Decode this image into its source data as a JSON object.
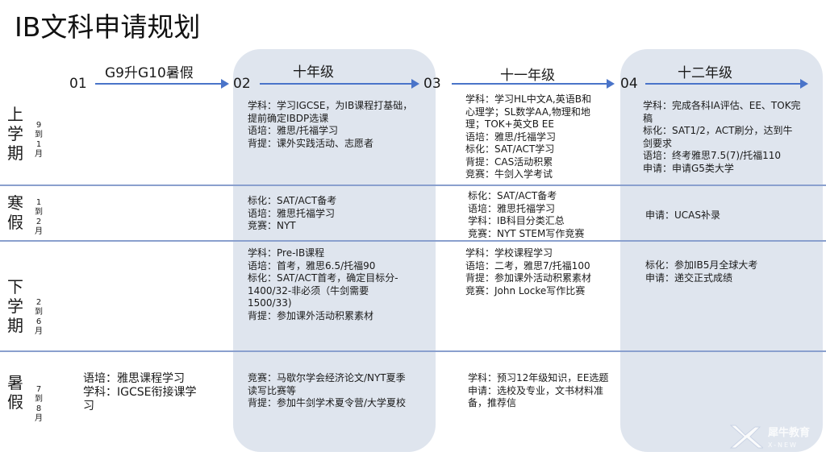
{
  "title": "IB文科申请规划",
  "stages": [
    {
      "num": "01",
      "label": "G9升G10暑假"
    },
    {
      "num": "02",
      "label": "十年级"
    },
    {
      "num": "03",
      "label": "十一年级"
    },
    {
      "num": "04",
      "label": "十二年级"
    }
  ],
  "terms": [
    {
      "label": "上学期",
      "months": "9到1月"
    },
    {
      "label": "寒假",
      "months": "1到2月"
    },
    {
      "label": "下学期",
      "months": "2到6月"
    },
    {
      "label": "暑假",
      "months": "7到8月"
    }
  ],
  "grid": {
    "upper": {
      "g10": [
        "学科：学习IGCSE，为IB课程打基础，",
        "提前确定IBDP选课",
        "语培：雅思/托福学习",
        "背提：课外实践活动、志愿者"
      ],
      "g11": [
        "学科：学习HL中文A,英语B和",
        "心理学；SL数学AA,物理和地",
        "理；TOK+英文B EE",
        "语培：雅思/托福学习",
        "标化：SAT/ACT学习",
        "背提：CAS活动积累",
        "竞赛：牛剑入学考试"
      ],
      "g12": [
        "学科：完成各科IA评估、EE、TOK完",
        "稿",
        "标化：SAT1/2，ACT刷分，达到牛",
        "剑要求",
        "语培：终考雅思7.5(7)/托福110",
        "申请：申请G5类大学"
      ]
    },
    "winter": {
      "g10": [
        "标化：SAT/ACT备考",
        "语培：雅思托福学习",
        "竞赛：NYT"
      ],
      "g11": [
        "标化：SAT/ACT备考",
        "语培：雅思托福学习",
        "学科：IB科目分类汇总",
        "竞赛：NYT STEM写作竞赛"
      ],
      "g12": [
        "申请：UCAS补录"
      ]
    },
    "lower": {
      "g10": [
        "学科：Pre-IB课程",
        "语培：首考，雅思6.5/托福90",
        "标化：SAT/ACT首考，确定目标分-",
        "1400/32-非必须（牛剑需要",
        "1500/33)",
        "背提：参加课外活动积累素材"
      ],
      "g11": [
        "学科：学校课程学习",
        "语培：二考，雅思7/托福100",
        "背提：参加课外活动积累素材",
        "竞赛：John Locke写作比赛"
      ],
      "g12": [
        "标化：参加IB5月全球大考",
        "申请：递交正式成绩"
      ]
    },
    "summer": {
      "g9": [
        "语培：雅思课程学习",
        "学科：IGCSE衔接课学",
        "习"
      ],
      "g10": [
        "竞赛：马歇尔学会经济论文/NYT夏季",
        "读写比赛等",
        "背提：参加牛剑学术夏令营/大学夏校"
      ],
      "g11": [
        "学科：预习12年级知识，EE选题",
        "申请：选校及专业，文书材料准",
        "备，推荐信"
      ]
    }
  },
  "logo": {
    "text": "犀牛教育",
    "sub": "X-NEW"
  },
  "colors": {
    "panel": "#dfe5ee",
    "arrow": "#4a74c9",
    "line": "#8aa0ce"
  }
}
